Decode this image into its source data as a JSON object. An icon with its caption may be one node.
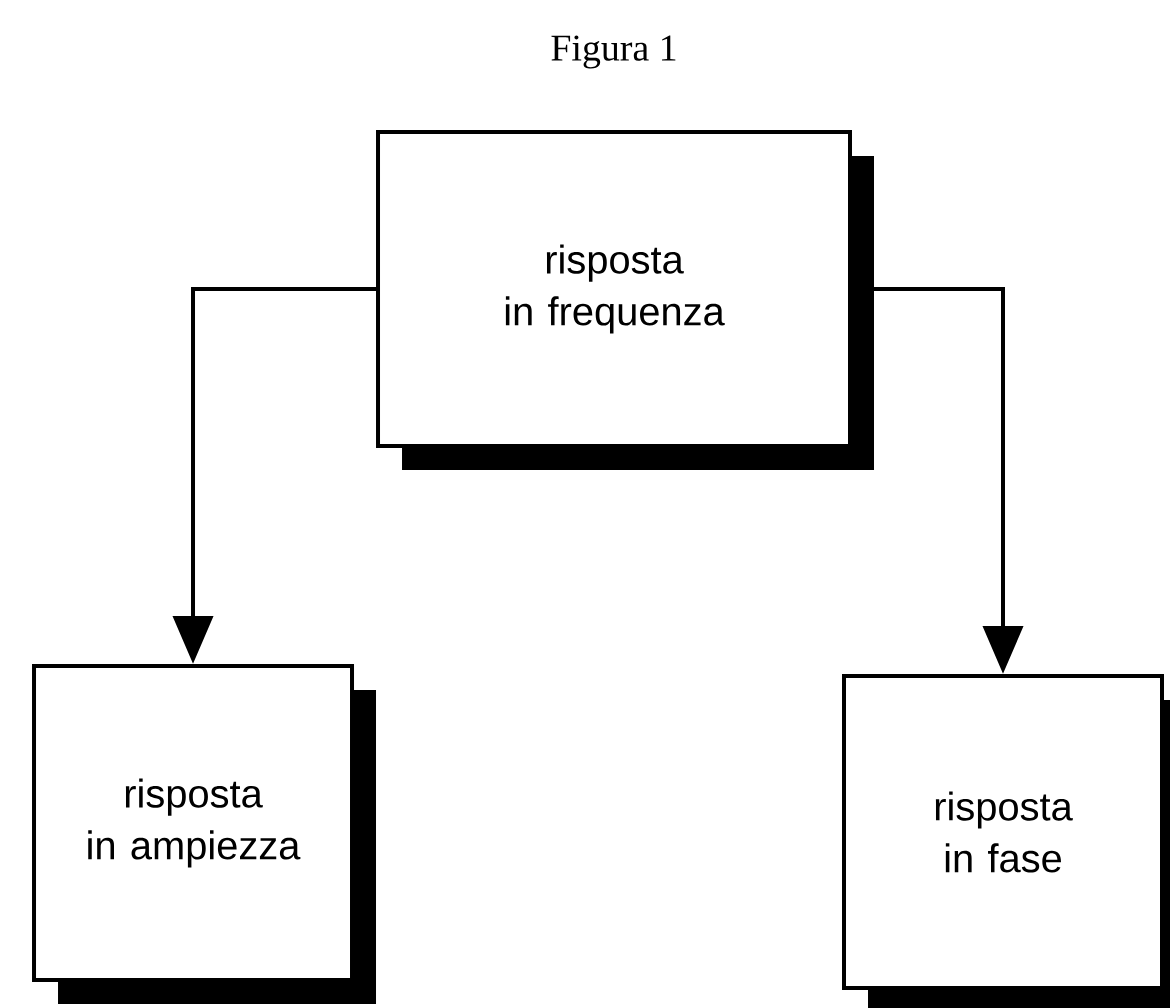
{
  "diagram": {
    "title": "Figura 1",
    "nodes": [
      {
        "text": [
          "risposta in frequenza"
        ]
      },
      {
        "text": [
          "risposta in ampiezza"
        ]
      },
      {
        "text": [
          "risposta in fase"
        ]
      }
    ],
    "edges": [
      {
        "from": 0,
        "to": 1,
        "arrow": "to"
      },
      {
        "from": 0,
        "to": 2,
        "arrow": "to"
      }
    ]
  }
}
